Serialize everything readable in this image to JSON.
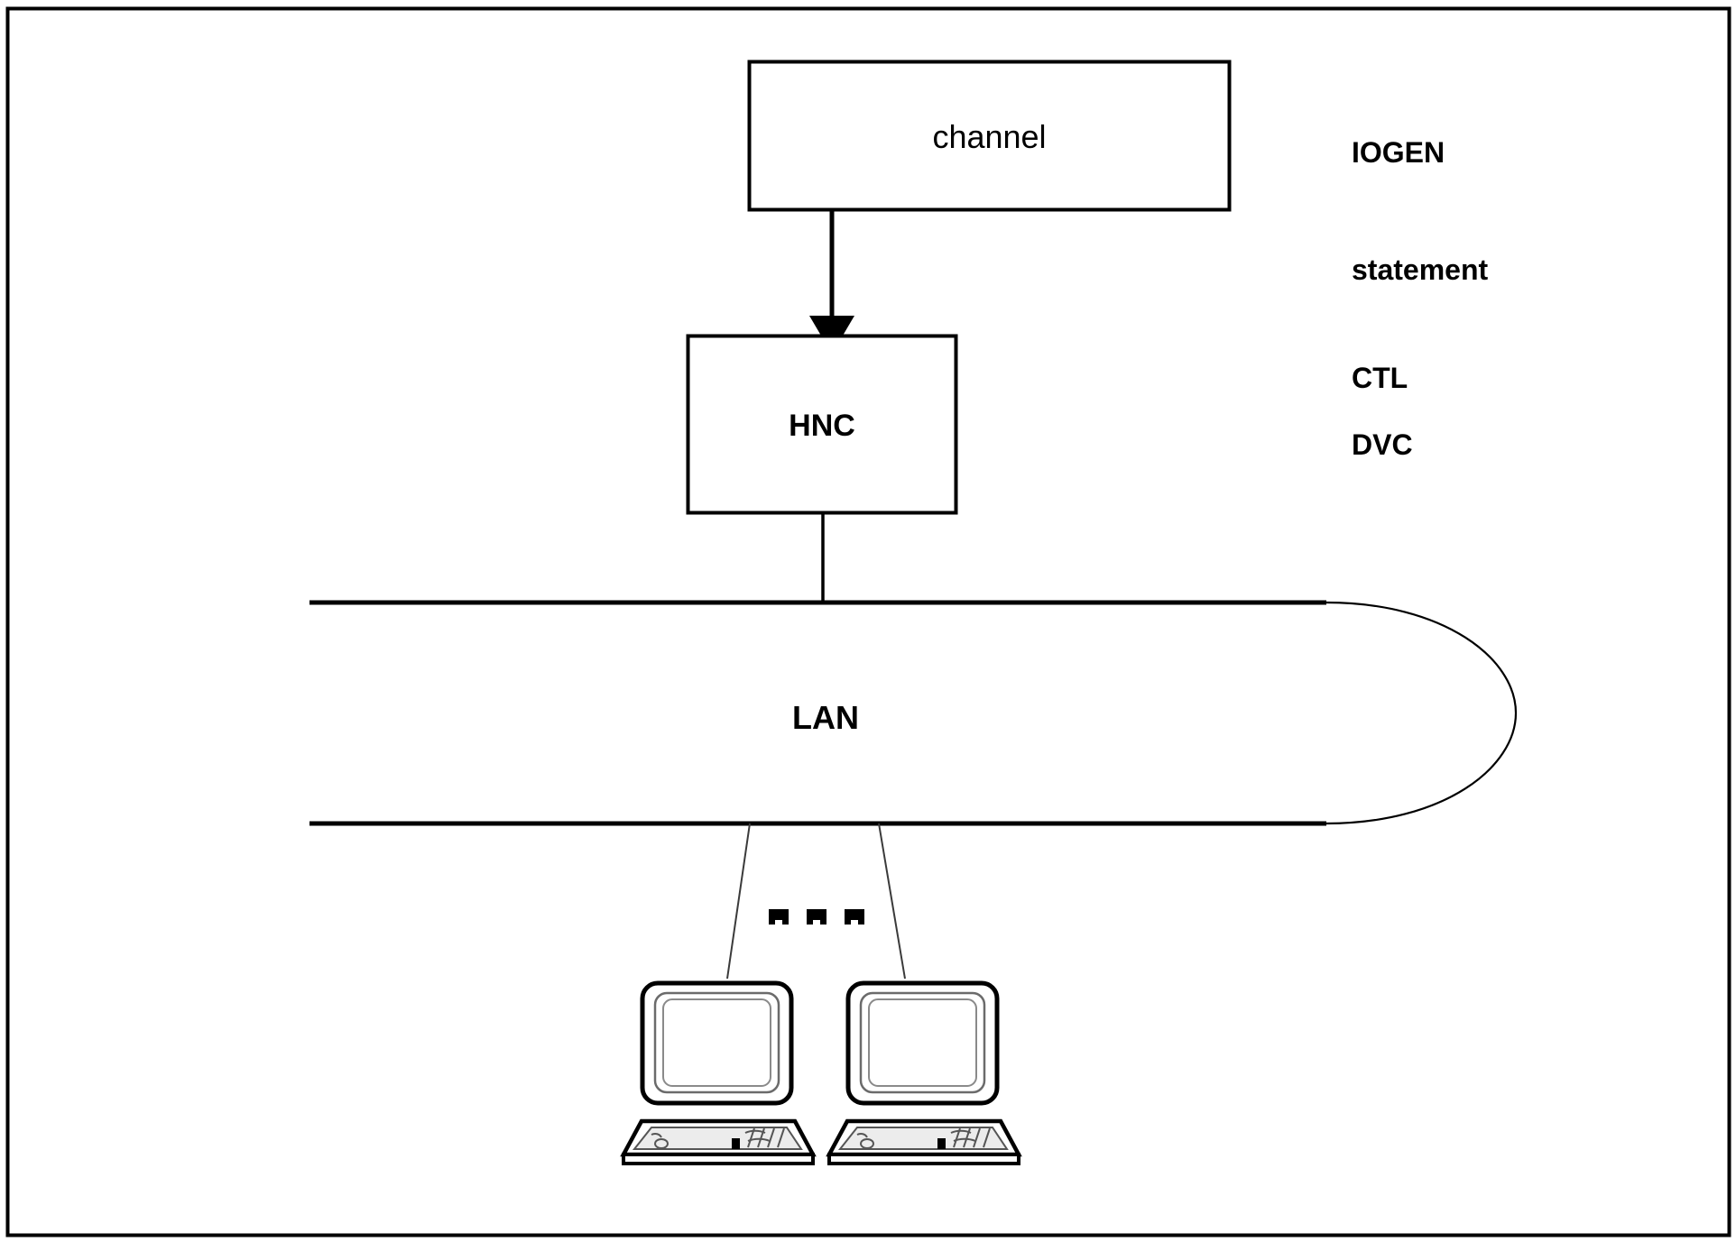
{
  "diagram": {
    "title": "IOGEN channel to HNC LAN terminal attachment diagram",
    "frame": {
      "stroke_color": "#000000"
    },
    "nodes": {
      "channel_box": {
        "label": "channel"
      },
      "hnc_box": {
        "label": "HNC"
      },
      "lan_bus": {
        "label": "LAN"
      }
    },
    "annotations": {
      "iogen": {
        "line1": "IOGEN",
        "line2": "statement"
      },
      "ctl": {
        "label": "CTL"
      },
      "dvc": {
        "label": "DVC"
      }
    },
    "ellipsis": {
      "glyph": "▪ ▪ ▪",
      "count": 3
    },
    "terminals": [
      {
        "name": "terminal-1"
      },
      {
        "name": "terminal-2"
      }
    ],
    "connectors": [
      {
        "from": "channel",
        "to": "HNC",
        "style": "arrow-down"
      },
      {
        "from": "HNC",
        "to": "LAN",
        "style": "plain-line"
      },
      {
        "from": "LAN",
        "to": "terminal-1",
        "style": "thin-diagonal"
      },
      {
        "from": "LAN",
        "to": "terminal-2",
        "style": "thin-diagonal"
      }
    ],
    "colors": {
      "line": "#000000",
      "background": "#ffffff",
      "terminal_fill": "#ffffff",
      "terminal_screen": "#ffffff",
      "keyboard_shade": "#e8e8e8"
    }
  }
}
